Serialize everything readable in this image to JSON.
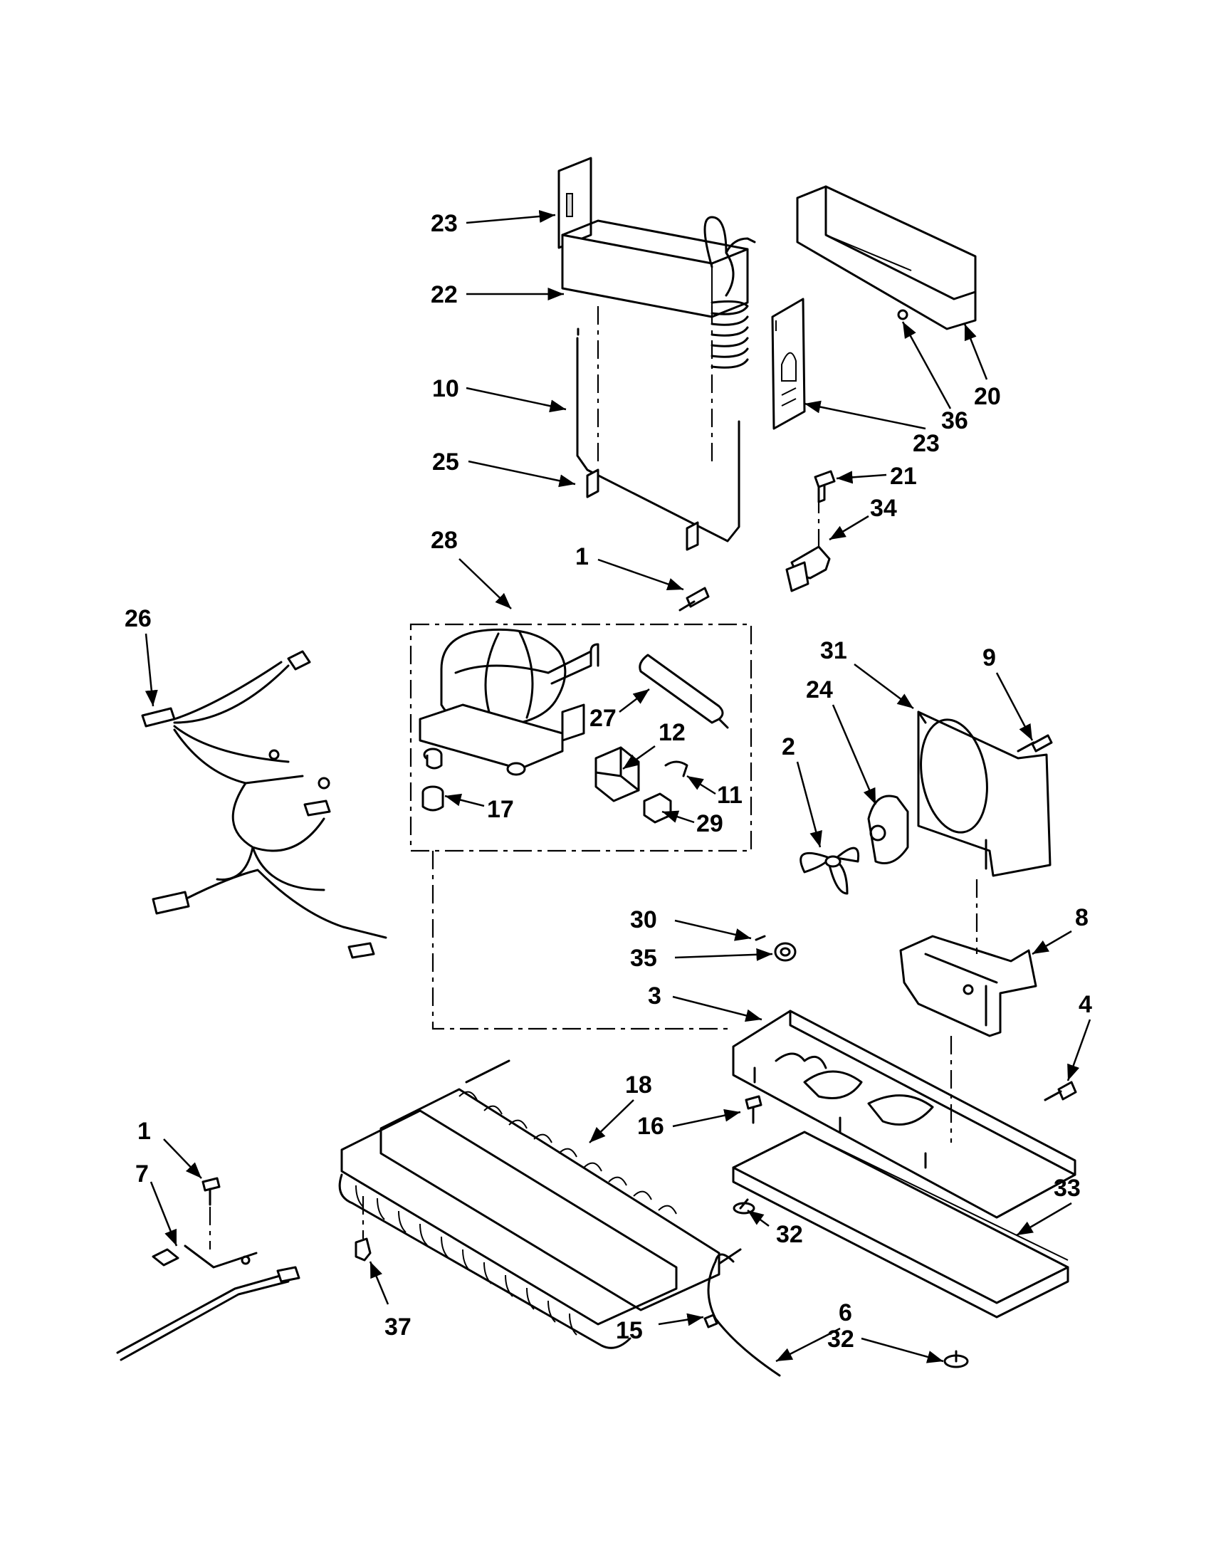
{
  "callouts": {
    "c23a": "23",
    "c22": "22",
    "c10": "10",
    "c25": "25",
    "c20": "20",
    "c36": "36",
    "c23b": "23",
    "c21": "21",
    "c34": "34",
    "c28": "28",
    "c1a": "1",
    "c26": "26",
    "c27": "27",
    "c12": "12",
    "c11": "11",
    "c17": "17",
    "c29": "29",
    "c31": "31",
    "c9": "9",
    "c24": "24",
    "c2": "2",
    "c30": "30",
    "c35": "35",
    "c8": "8",
    "c3": "3",
    "c4": "4",
    "c18": "18",
    "c16": "16",
    "c1b": "1",
    "c7": "7",
    "c33": "33",
    "c32a": "32",
    "c6": "6",
    "c32b": "32",
    "c15": "15",
    "c37": "37"
  }
}
